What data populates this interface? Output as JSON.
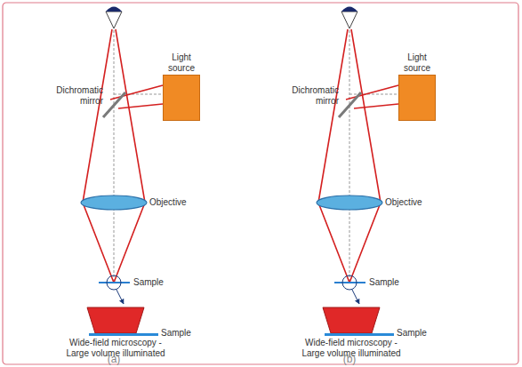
{
  "diagram": {
    "nodes": [
      {
        "text": [
          "Light source"
        ]
      },
      {
        "text": [
          "Light source"
        ]
      }
    ],
    "labels": [
      "Dichromatic mirror",
      "Objective",
      "Sample",
      "Sample",
      "Wide-field microscopy - Large volume illuminated",
      "(a)",
      "Dichromatic mirror",
      "Objective",
      "Sample",
      "Sample",
      "Wide-field microscopy - Large volume illuminated",
      "(b)"
    ]
  }
}
